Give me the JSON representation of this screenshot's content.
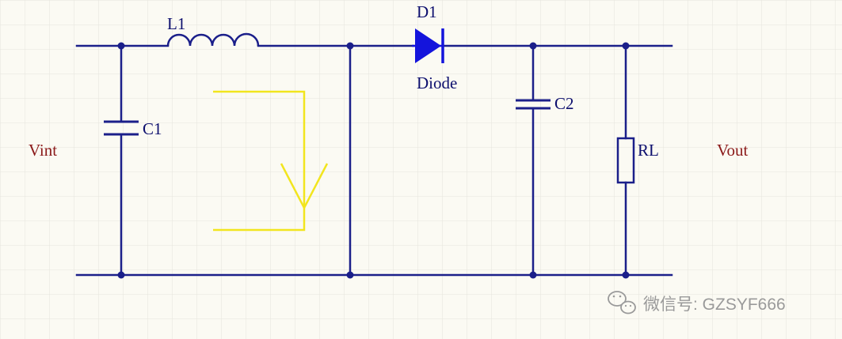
{
  "diagram": {
    "components": {
      "inductor": {
        "label": "L1"
      },
      "input_capacitor": {
        "label": "C1"
      },
      "diode": {
        "designator": "D1",
        "type_label": "Diode"
      },
      "output_capacitor": {
        "label": "C2"
      },
      "load_resistor": {
        "label": "RL"
      }
    },
    "ports": {
      "input": "Vint",
      "output": "Vout"
    },
    "colors": {
      "wire": "#1b1f8a",
      "diode": "#1414dc",
      "current_path": "#f2e51e",
      "port_label": "#8b1a1a",
      "background": "#fbfaf3",
      "grid": "#e6e4dc"
    }
  },
  "watermark": {
    "text": "微信号: GZSYF666",
    "icon": "wechat-icon"
  }
}
